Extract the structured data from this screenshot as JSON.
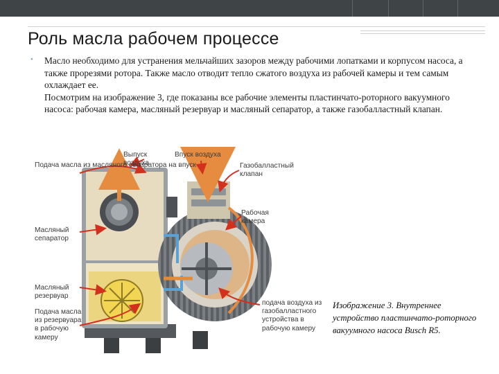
{
  "slide": {
    "title": "Роль масла  рабочем процессе",
    "paragraph1": "Масло необходимо для устранения мельчайших зазоров между рабочими лопатками и корпусом насоса, а также прорезями ротора. Также масло отводит тепло сжатого воздуха из рабочей камеры и тем самым охлаждает ее.",
    "paragraph2": "Посмотрим на изображение 3, где показаны все рабочие элементы пластинчато-роторного вакуумного насоса: рабочая камера, масляный резервуар и масляный сепаратор, а также газобалластный клапан.",
    "caption": "Изображение 3. Внутреннее устройство пластинчато-роторного вакуумного насоса Busch R5."
  },
  "diagram": {
    "labels": {
      "oil_feed_separator": "Подача масла из масляного сепаратора на впуск",
      "oil_separator": "Масляный сепаратор",
      "oil_reservoir": "Масляный резервуар",
      "oil_feed_reservoir": "Подача масла из резервуара в рабочую камеру",
      "air_outlet": "Выпуск воздуха",
      "air_inlet": "Впуск воздуха",
      "gas_ballast_valve": "Газобалластный клапан",
      "working_chamber": "Рабочая камера",
      "air_feed_gas_ballast": "подача воздуха из газобалластного устройства в рабочую камеру"
    }
  },
  "colors": {
    "topbar": "#3f4446",
    "arrow_red": "#d4301e",
    "housing": "#e7dcc0",
    "oil_yellow": "#e8c84a",
    "airflow_orange": "#e58c40"
  }
}
